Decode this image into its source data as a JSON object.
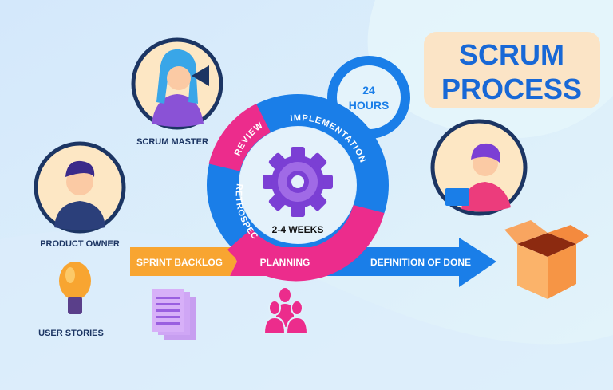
{
  "title": {
    "line1": "SCRUM",
    "line2": "PROCESS"
  },
  "roles": {
    "scrum_master": "SCRUM MASTER",
    "product_owner": "PRODUCT OWNER",
    "user_stories": "USER STORIES"
  },
  "cycle": {
    "review": "REVIEW",
    "implementation": "IMPLEMENTATION",
    "retrospect": "RETROSPECT",
    "duration": "2-4 WEEKS",
    "daily_line1": "24",
    "daily_line2": "HOURS"
  },
  "arrow": {
    "sprint_backlog": "SPRINT BACKLOG",
    "planning": "PLANNING",
    "definition_of_done": "DEFINITION OF DONE"
  },
  "colors": {
    "blue": "#1a7ee8",
    "pink": "#ec2c8c",
    "orange": "#f8a531",
    "navy": "#1c3563",
    "purple": "#8a3fd8",
    "title_bg": "#fbe4c6"
  }
}
